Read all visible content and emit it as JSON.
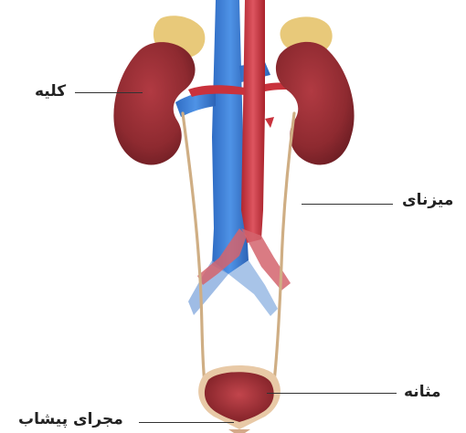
{
  "diagram": {
    "labels": {
      "kidney": "کلیه",
      "ureter": "میزنای",
      "bladder": "مثانه",
      "urethra": "مجرای پیشاب"
    },
    "colors": {
      "vein": "#3c7fd8",
      "artery": "#c9323c",
      "kidney": "#8e2a30",
      "adrenal": "#e8c97a",
      "ureter": "#cfae84",
      "bladder": "#a63238"
    }
  }
}
